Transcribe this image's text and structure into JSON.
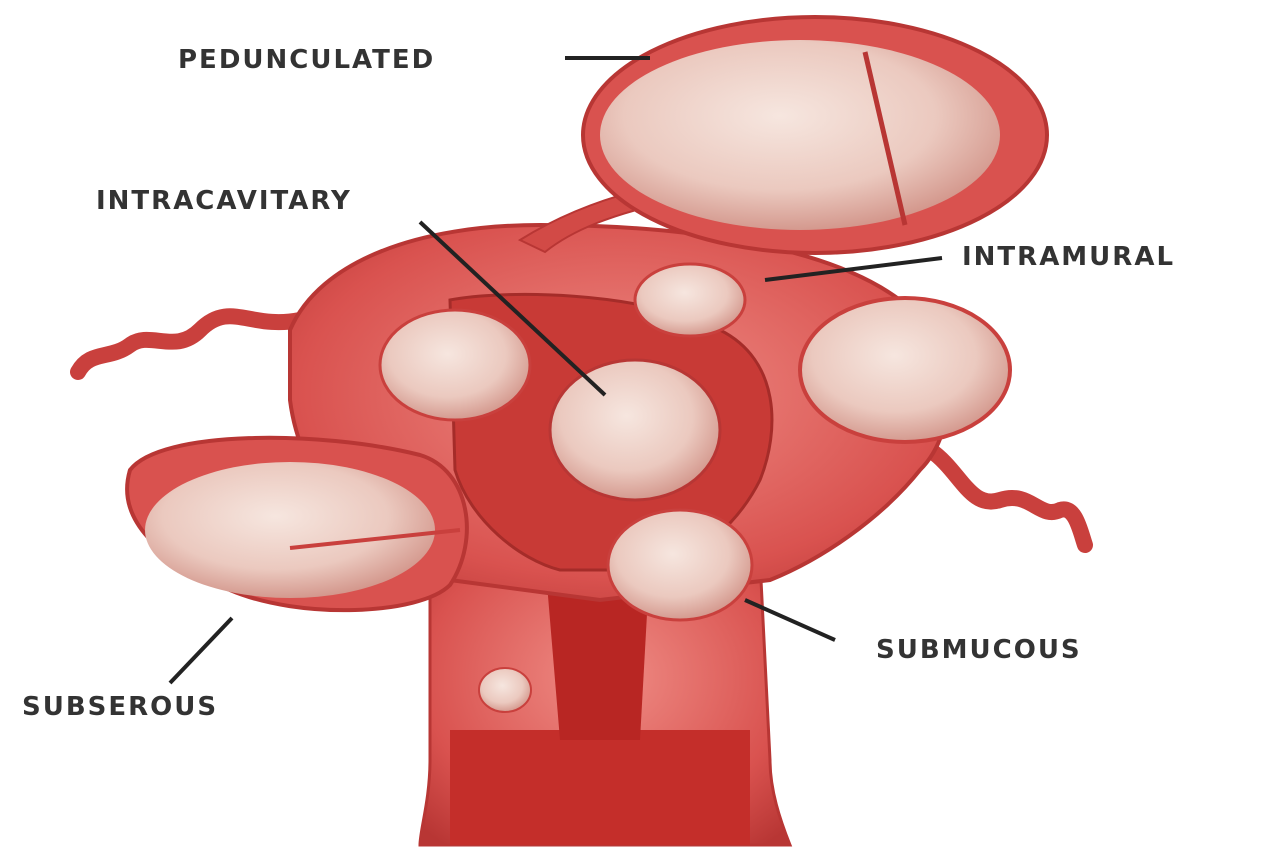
{
  "labels": {
    "pedunculated": "PEDUNCULATED",
    "intracavitary": "INTRACAVITARY",
    "intramural": "INTRAMURAL",
    "submucous": "SUBMUCOUS",
    "subserous": "SUBSEROUS"
  },
  "colors": {
    "tissue": "#d9524f",
    "tissue_dark": "#b83634",
    "tissue_light": "#ee9b93",
    "fibroid": "#efd6ce",
    "fibroid_shadow": "#d9aaa0",
    "cavity": "#c42e2a",
    "leader": "#222222",
    "text": "#333333"
  }
}
